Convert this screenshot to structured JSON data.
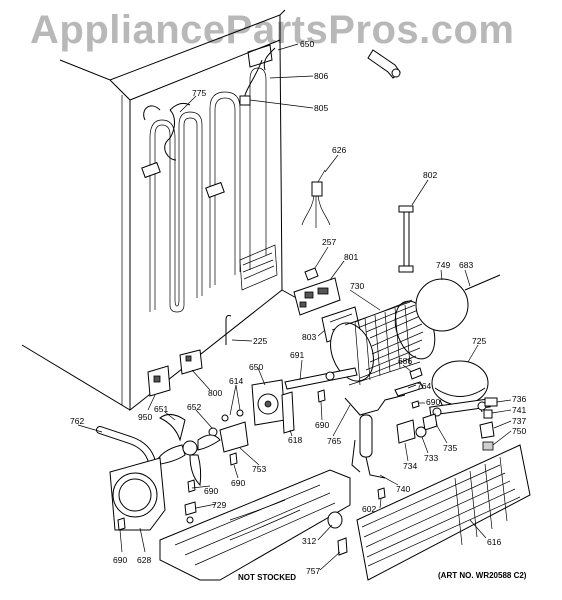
{
  "watermark": "AppliancePartsPros.com",
  "art_number": "(ART NO. WR20588 C2)",
  "not_stocked": "NOT STOCKED",
  "callouts": {
    "c650a": "650",
    "c806": "806",
    "c805": "805",
    "c775": "775",
    "c626": "626",
    "c802": "802",
    "c257": "257",
    "c801": "801",
    "c749": "749",
    "c683": "683",
    "c730": "730",
    "c803": "803",
    "c225": "225",
    "c725": "725",
    "c691": "691",
    "c686": "686",
    "c764": "764",
    "c690a": "690",
    "c736": "736",
    "c741": "741",
    "c737": "737",
    "c750": "750",
    "c735": "735",
    "c733": "733",
    "c734": "734",
    "c690b": "690",
    "c765": "765",
    "c740": "740",
    "c602": "602",
    "c616": "616",
    "c800": "800",
    "c614": "614",
    "c650b": "650",
    "c950": "950",
    "c651": "651",
    "c652": "652",
    "c618": "618",
    "c753": "753",
    "c762": "762",
    "c690c": "690",
    "c690d": "690",
    "c729": "729",
    "c312": "312",
    "c757": "757",
    "c690e": "690",
    "c628": "628"
  }
}
